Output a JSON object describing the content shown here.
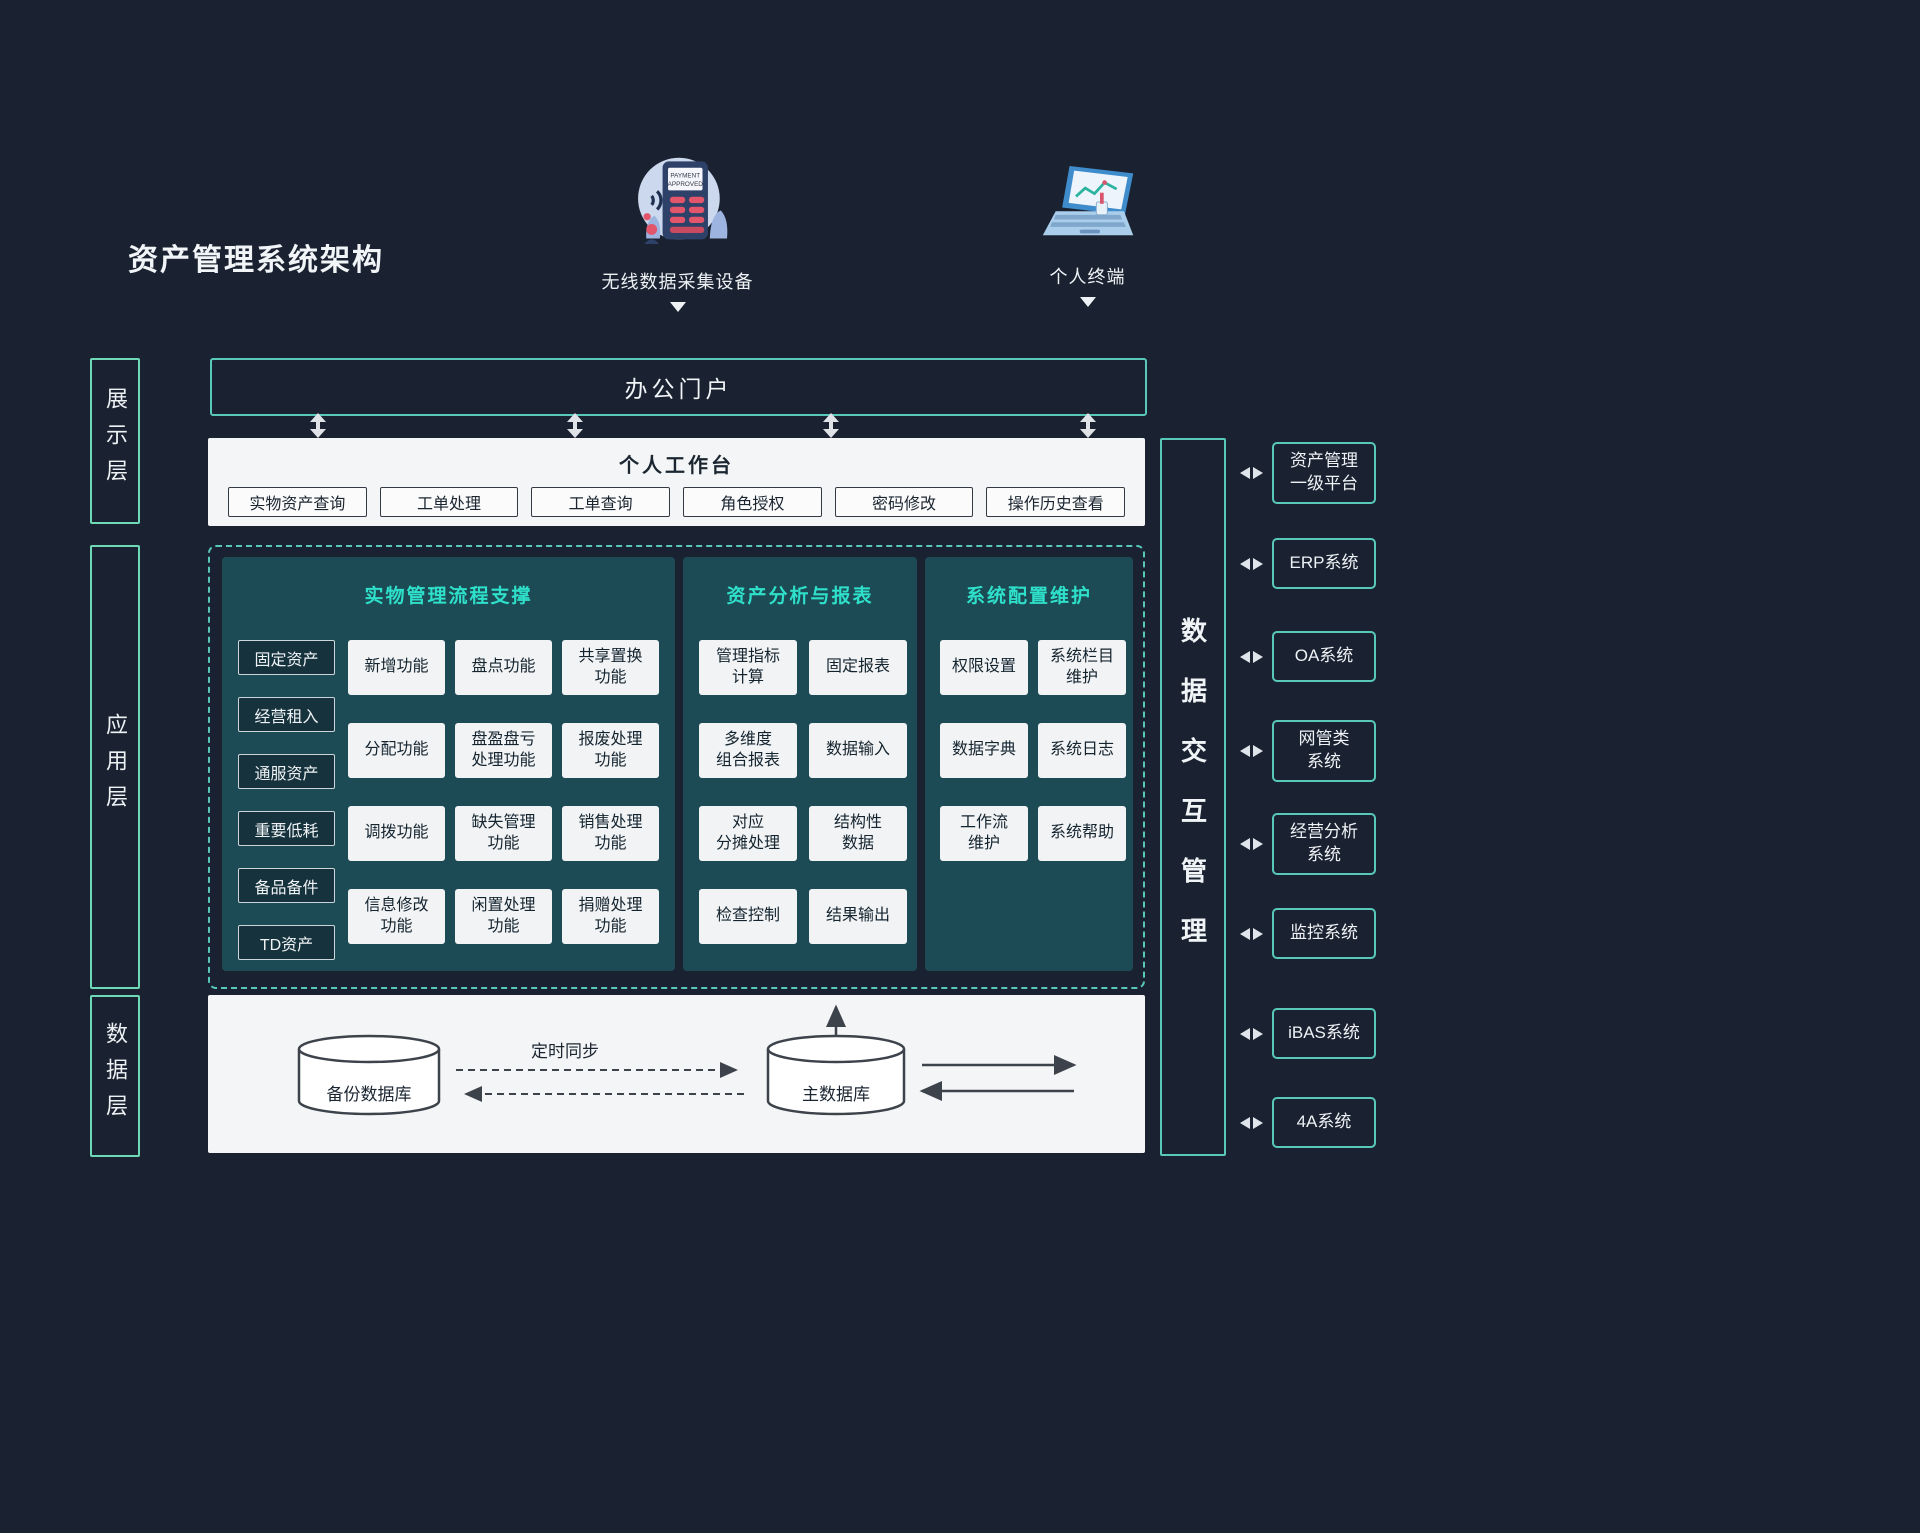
{
  "page": {
    "title": "资产管理系统架构",
    "bg": "#1a2231",
    "accent": "#58c8b8",
    "panel_bg": "#1d4b55",
    "heading_teal": "#2ee0ca",
    "white_box": "#f4f5f6"
  },
  "devices": [
    {
      "label": "无线数据采集设备",
      "icon": "payment-terminal-icon",
      "screen_line1": "PAYMENT",
      "screen_line2": "APPROVED"
    },
    {
      "label": "个人终端",
      "icon": "laptop-icon"
    }
  ],
  "layer_labels": [
    "展示层",
    "应用层",
    "数据层"
  ],
  "portal": {
    "title": "办公门户"
  },
  "workbench": {
    "title": "个人工作台",
    "items": [
      "实物资产查询",
      "工单处理",
      "工单查询",
      "角色授权",
      "密码修改",
      "操作历史查看"
    ]
  },
  "panels": {
    "physical": {
      "title": "实物管理流程支撑",
      "categories": [
        "固定资产",
        "经营租入",
        "通服资产",
        "重要低耗",
        "备品备件",
        "TD资产"
      ],
      "functions": [
        "新增功能",
        "盘点功能",
        "共享置换\n功能",
        "分配功能",
        "盘盈盘亏\n处理功能",
        "报废处理\n功能",
        "调拨功能",
        "缺失管理\n功能",
        "销售处理\n功能",
        "信息修改\n功能",
        "闲置处理\n功能",
        "捐赠处理\n功能"
      ]
    },
    "analysis": {
      "title": "资产分析与报表",
      "functions": [
        "管理指标\n计算",
        "固定报表",
        "多维度\n组合报表",
        "数据输入",
        "对应\n分摊处理",
        "结构性\n数据",
        "检查控制",
        "结果输出"
      ]
    },
    "config": {
      "title": "系统配置维护",
      "functions": [
        "权限设置",
        "系统栏目\n维护",
        "数据字典",
        "系统日志",
        "工作流\n维护",
        "系统帮助"
      ]
    }
  },
  "data_layer": {
    "backup_db": "备份数据库",
    "main_db": "主数据库",
    "sync_label": "定时同步"
  },
  "exchange_bar": {
    "title": "数据交互管理"
  },
  "external_systems": [
    "资产管理\n一级平台",
    "ERP系统",
    "OA系统",
    "网管类\n系统",
    "经营分析\n系统",
    "监控系统",
    "iBAS系统",
    "4A系统"
  ]
}
